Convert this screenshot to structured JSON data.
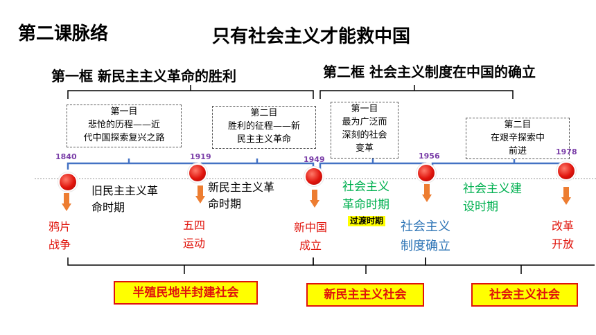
{
  "header": {
    "lesson_title": "第二课脉络",
    "main_title": "只有社会主义才能救中国"
  },
  "sections": {
    "frame1": "第一框  新民主主义革命的胜利",
    "frame2": "第二框  社会主义制度在中国的确立"
  },
  "items": {
    "item1": [
      "第一目",
      "悲怆的历程——近",
      "代中国探索复兴之路"
    ],
    "item2": [
      "第二目",
      "胜利的征程——新",
      "民主主义革命"
    ],
    "item3": [
      "第一目",
      "最为广泛而",
      "深刻的社会",
      "变革"
    ],
    "item4": [
      "第二目",
      "在艰辛探索中",
      "前进"
    ]
  },
  "years": [
    "1840",
    "1919",
    "1949",
    "1956",
    "1978"
  ],
  "periods": {
    "p1": [
      "旧民主主义革",
      "命时期"
    ],
    "p2": [
      "新民主主义革",
      "命时期"
    ],
    "p3": [
      "社会主义",
      "革命时期"
    ],
    "p4": [
      "社会主义建",
      "设时期"
    ],
    "transition": "过渡时期"
  },
  "events": {
    "e1": [
      "鸦片",
      "战争"
    ],
    "e2": [
      "五四",
      "运动"
    ],
    "e3": [
      "新中国",
      "成立"
    ],
    "e4": [
      "社会主义",
      "制度确立"
    ],
    "e5": [
      "改革",
      "开放"
    ]
  },
  "societies": [
    "半殖民地半封建社会",
    "新民主主义社会",
    "社会主义社会"
  ],
  "colors": {
    "timeline": "#4472c4",
    "node": "#e0140c",
    "arrow": "#ed7d31",
    "green_text": "#00b050",
    "blue_text": "#2e75b6",
    "society_bg": "#ffff00",
    "year_text": "#7a3ea8"
  }
}
